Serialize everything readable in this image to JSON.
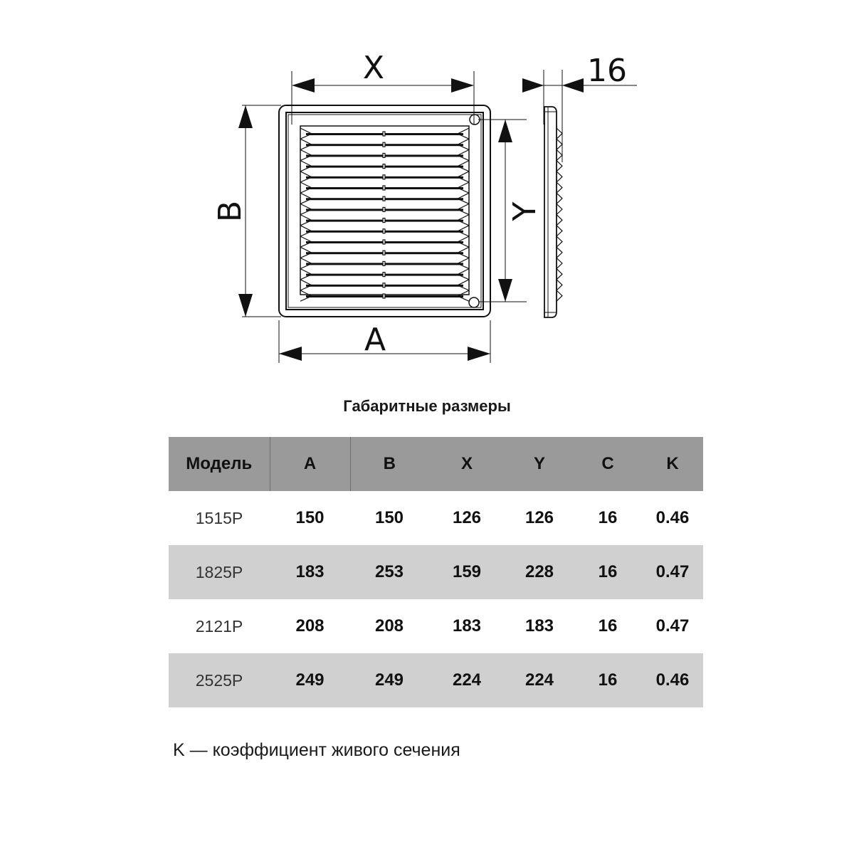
{
  "drawing": {
    "dimension_labels": {
      "x": "X",
      "y": "Y",
      "a": "A",
      "b": "B",
      "depth": "16"
    },
    "views": [
      "front-view",
      "side-view"
    ]
  },
  "table": {
    "title": "Габаритные размеры",
    "columns": [
      "Модель",
      "A",
      "B",
      "X",
      "Y",
      "C",
      "K"
    ],
    "rows": [
      {
        "model": "1515P",
        "a": "150",
        "b": "150",
        "x": "126",
        "y": "126",
        "c": "16",
        "k": "0.46"
      },
      {
        "model": "1825P",
        "a": "183",
        "b": "253",
        "x": "159",
        "y": "228",
        "c": "16",
        "k": "0.47"
      },
      {
        "model": "2121P",
        "a": "208",
        "b": "208",
        "x": "183",
        "y": "183",
        "c": "16",
        "k": "0.47"
      },
      {
        "model": "2525P",
        "a": "249",
        "b": "249",
        "x": "224",
        "y": "224",
        "c": "16",
        "k": "0.46"
      }
    ]
  },
  "footnote": "K — коэффициент живого сечения",
  "colors": {
    "header_bg": "#9a9a9a",
    "alt_row_bg": "#d0d0d0",
    "line": "#111111"
  }
}
